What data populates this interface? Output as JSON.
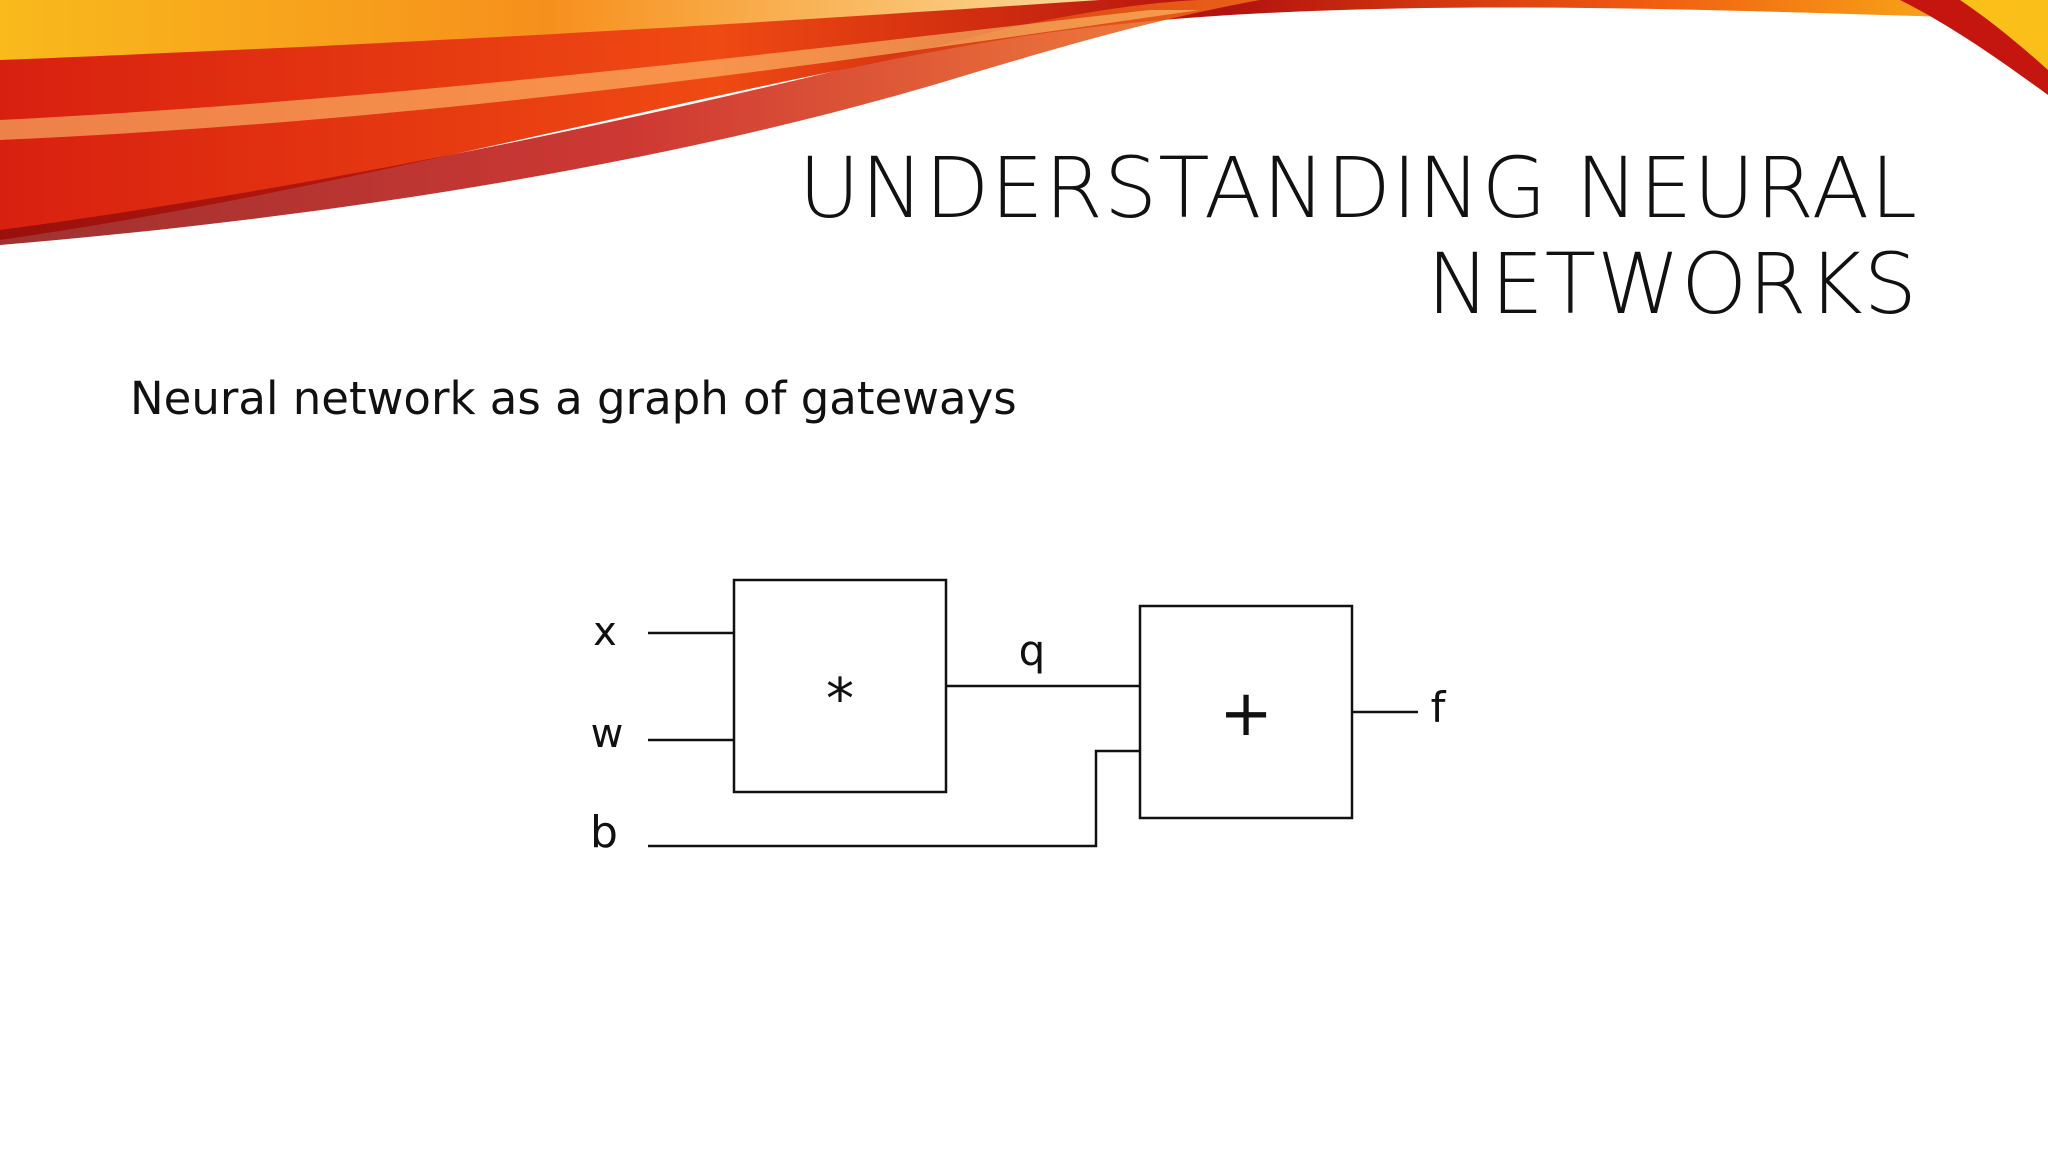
{
  "slide": {
    "title_line1": "UNDERSTANDING NEURAL",
    "title_line2": "NETWORKS",
    "subtitle": "Neural network as a graph of gateways"
  },
  "diagram": {
    "inputs": [
      "x",
      "w",
      "b"
    ],
    "gates": [
      {
        "symbol": "*"
      },
      {
        "symbol": "+"
      }
    ],
    "intermediate_label": "q",
    "output_label": "f"
  },
  "colors": {
    "swoosh_dark": "#b3120f",
    "swoosh_mid": "#e8340f",
    "swoosh_light": "#fbbf1a",
    "line": "#111111"
  }
}
